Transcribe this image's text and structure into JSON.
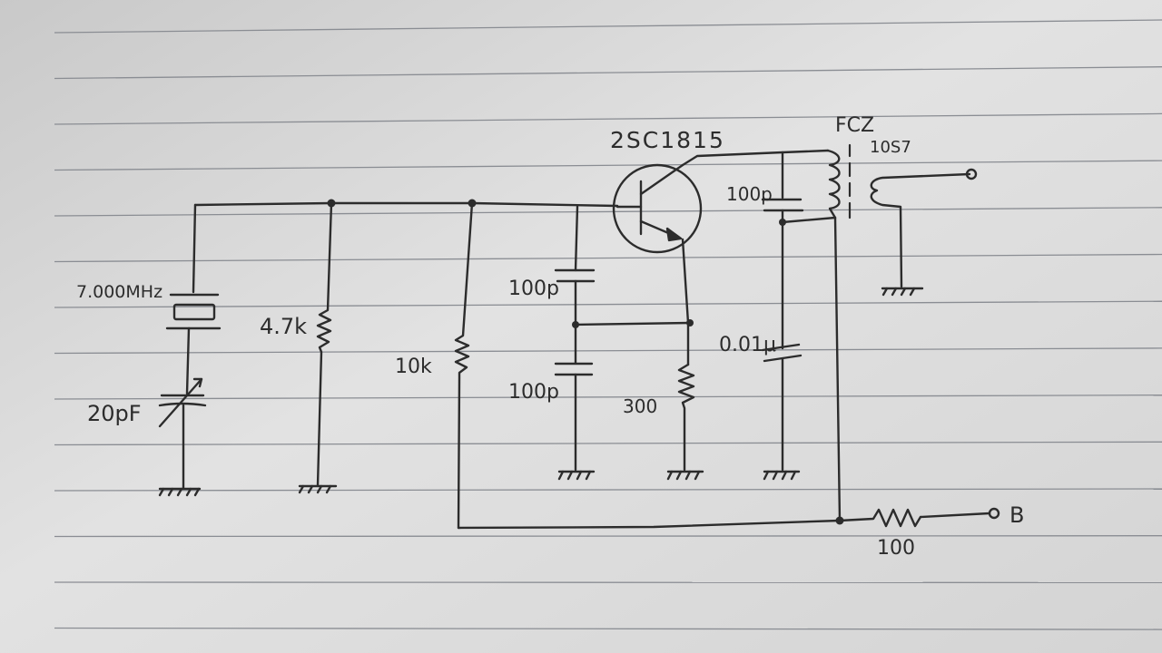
{
  "labels": {
    "transistor": "2SC1815",
    "coil": "FCZ",
    "coil_band": "10S7",
    "crystal": "7.000MHz",
    "trimmer": "20pF",
    "r_base_ground": "4.7k",
    "r_base_supply": "10k",
    "c_feedback_top": "100p",
    "c_feedback_bottom": "100p",
    "r_emitter": "300",
    "c_tank": "100p",
    "c_bypass": "0.01μ",
    "r_supply": "100",
    "supply_terminal": "B"
  },
  "colors": {
    "paper": "#d9d9d9",
    "rule_line": "#8a8d93",
    "ink": "#2c2c2c"
  }
}
